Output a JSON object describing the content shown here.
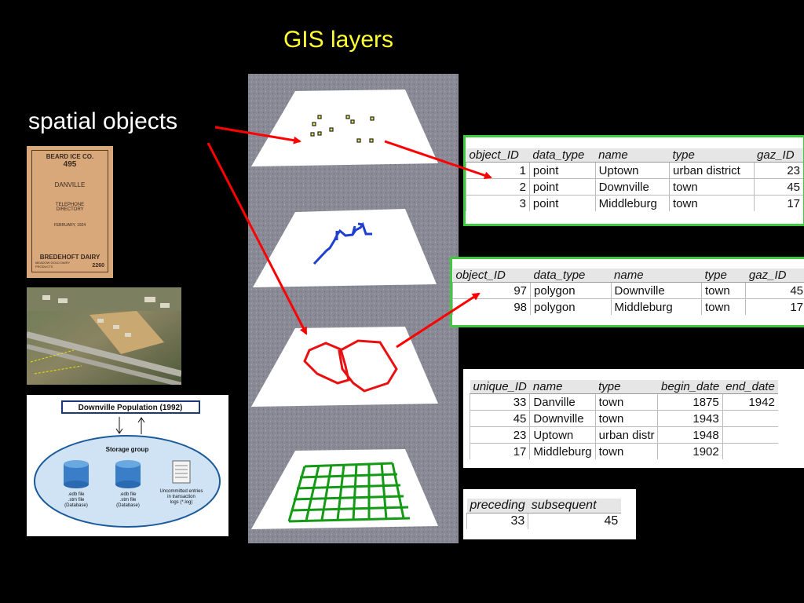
{
  "title": "GIS layers",
  "label": "spatial objects",
  "colors": {
    "title": "#ffff33",
    "accent_arrow": "#ff0000",
    "table_border": "#3ec93e"
  },
  "thumbnails": {
    "directory_cover": {
      "line1": "BEARD ICE CO.",
      "line2": "495",
      "city": "DANVILLE",
      "tele": "TELEPHONE",
      "dir": "DIRECTORY",
      "date": "FEBRUARY, 1924",
      "footer": "BREDEHOFT DAIRY",
      "footer_sub": "MEADOW GOLD DAIRY PRODUCTS",
      "number": "2260"
    },
    "storage_diagram": {
      "header": "Downville Population (1992)",
      "group": "Storage group",
      "db1": [
        ".edb file",
        ".stm file",
        "(Database)"
      ],
      "db2": [
        ".edb file",
        ".stm file",
        "(Database)"
      ],
      "log": [
        "Uncommitted entries",
        "in transaction",
        "logs (*.log)"
      ]
    }
  },
  "tables": {
    "points": {
      "headers": [
        "object_ID",
        "data_type",
        "name",
        "type",
        "gaz_ID"
      ],
      "rows": [
        [
          "1",
          "point",
          "Uptown",
          "urban district",
          "23"
        ],
        [
          "2",
          "point",
          "Downville",
          "town",
          "45"
        ],
        [
          "3",
          "point",
          "Middleburg",
          "town",
          "17"
        ]
      ]
    },
    "polygons": {
      "headers": [
        "object_ID",
        "data_type",
        "name",
        "type",
        "gaz_ID"
      ],
      "rows": [
        [
          "97",
          "polygon",
          "Downville",
          "town",
          "45"
        ],
        [
          "98",
          "polygon",
          "Middleburg",
          "town",
          "17"
        ]
      ]
    },
    "gazetteer": {
      "headers": [
        "unique_ID",
        "name",
        "type",
        "begin_date",
        "end_date"
      ],
      "rows": [
        [
          "33",
          "Danville",
          "town",
          "1875",
          "1942"
        ],
        [
          "45",
          "Downville",
          "town",
          "1943",
          ""
        ],
        [
          "23",
          "Uptown",
          "urban distr",
          "1948",
          ""
        ],
        [
          "17",
          "Middleburg",
          "town",
          "1902",
          ""
        ]
      ]
    },
    "succession": {
      "headers": [
        "preceding",
        "subsequent"
      ],
      "rows": [
        [
          "33",
          "45"
        ]
      ]
    }
  }
}
